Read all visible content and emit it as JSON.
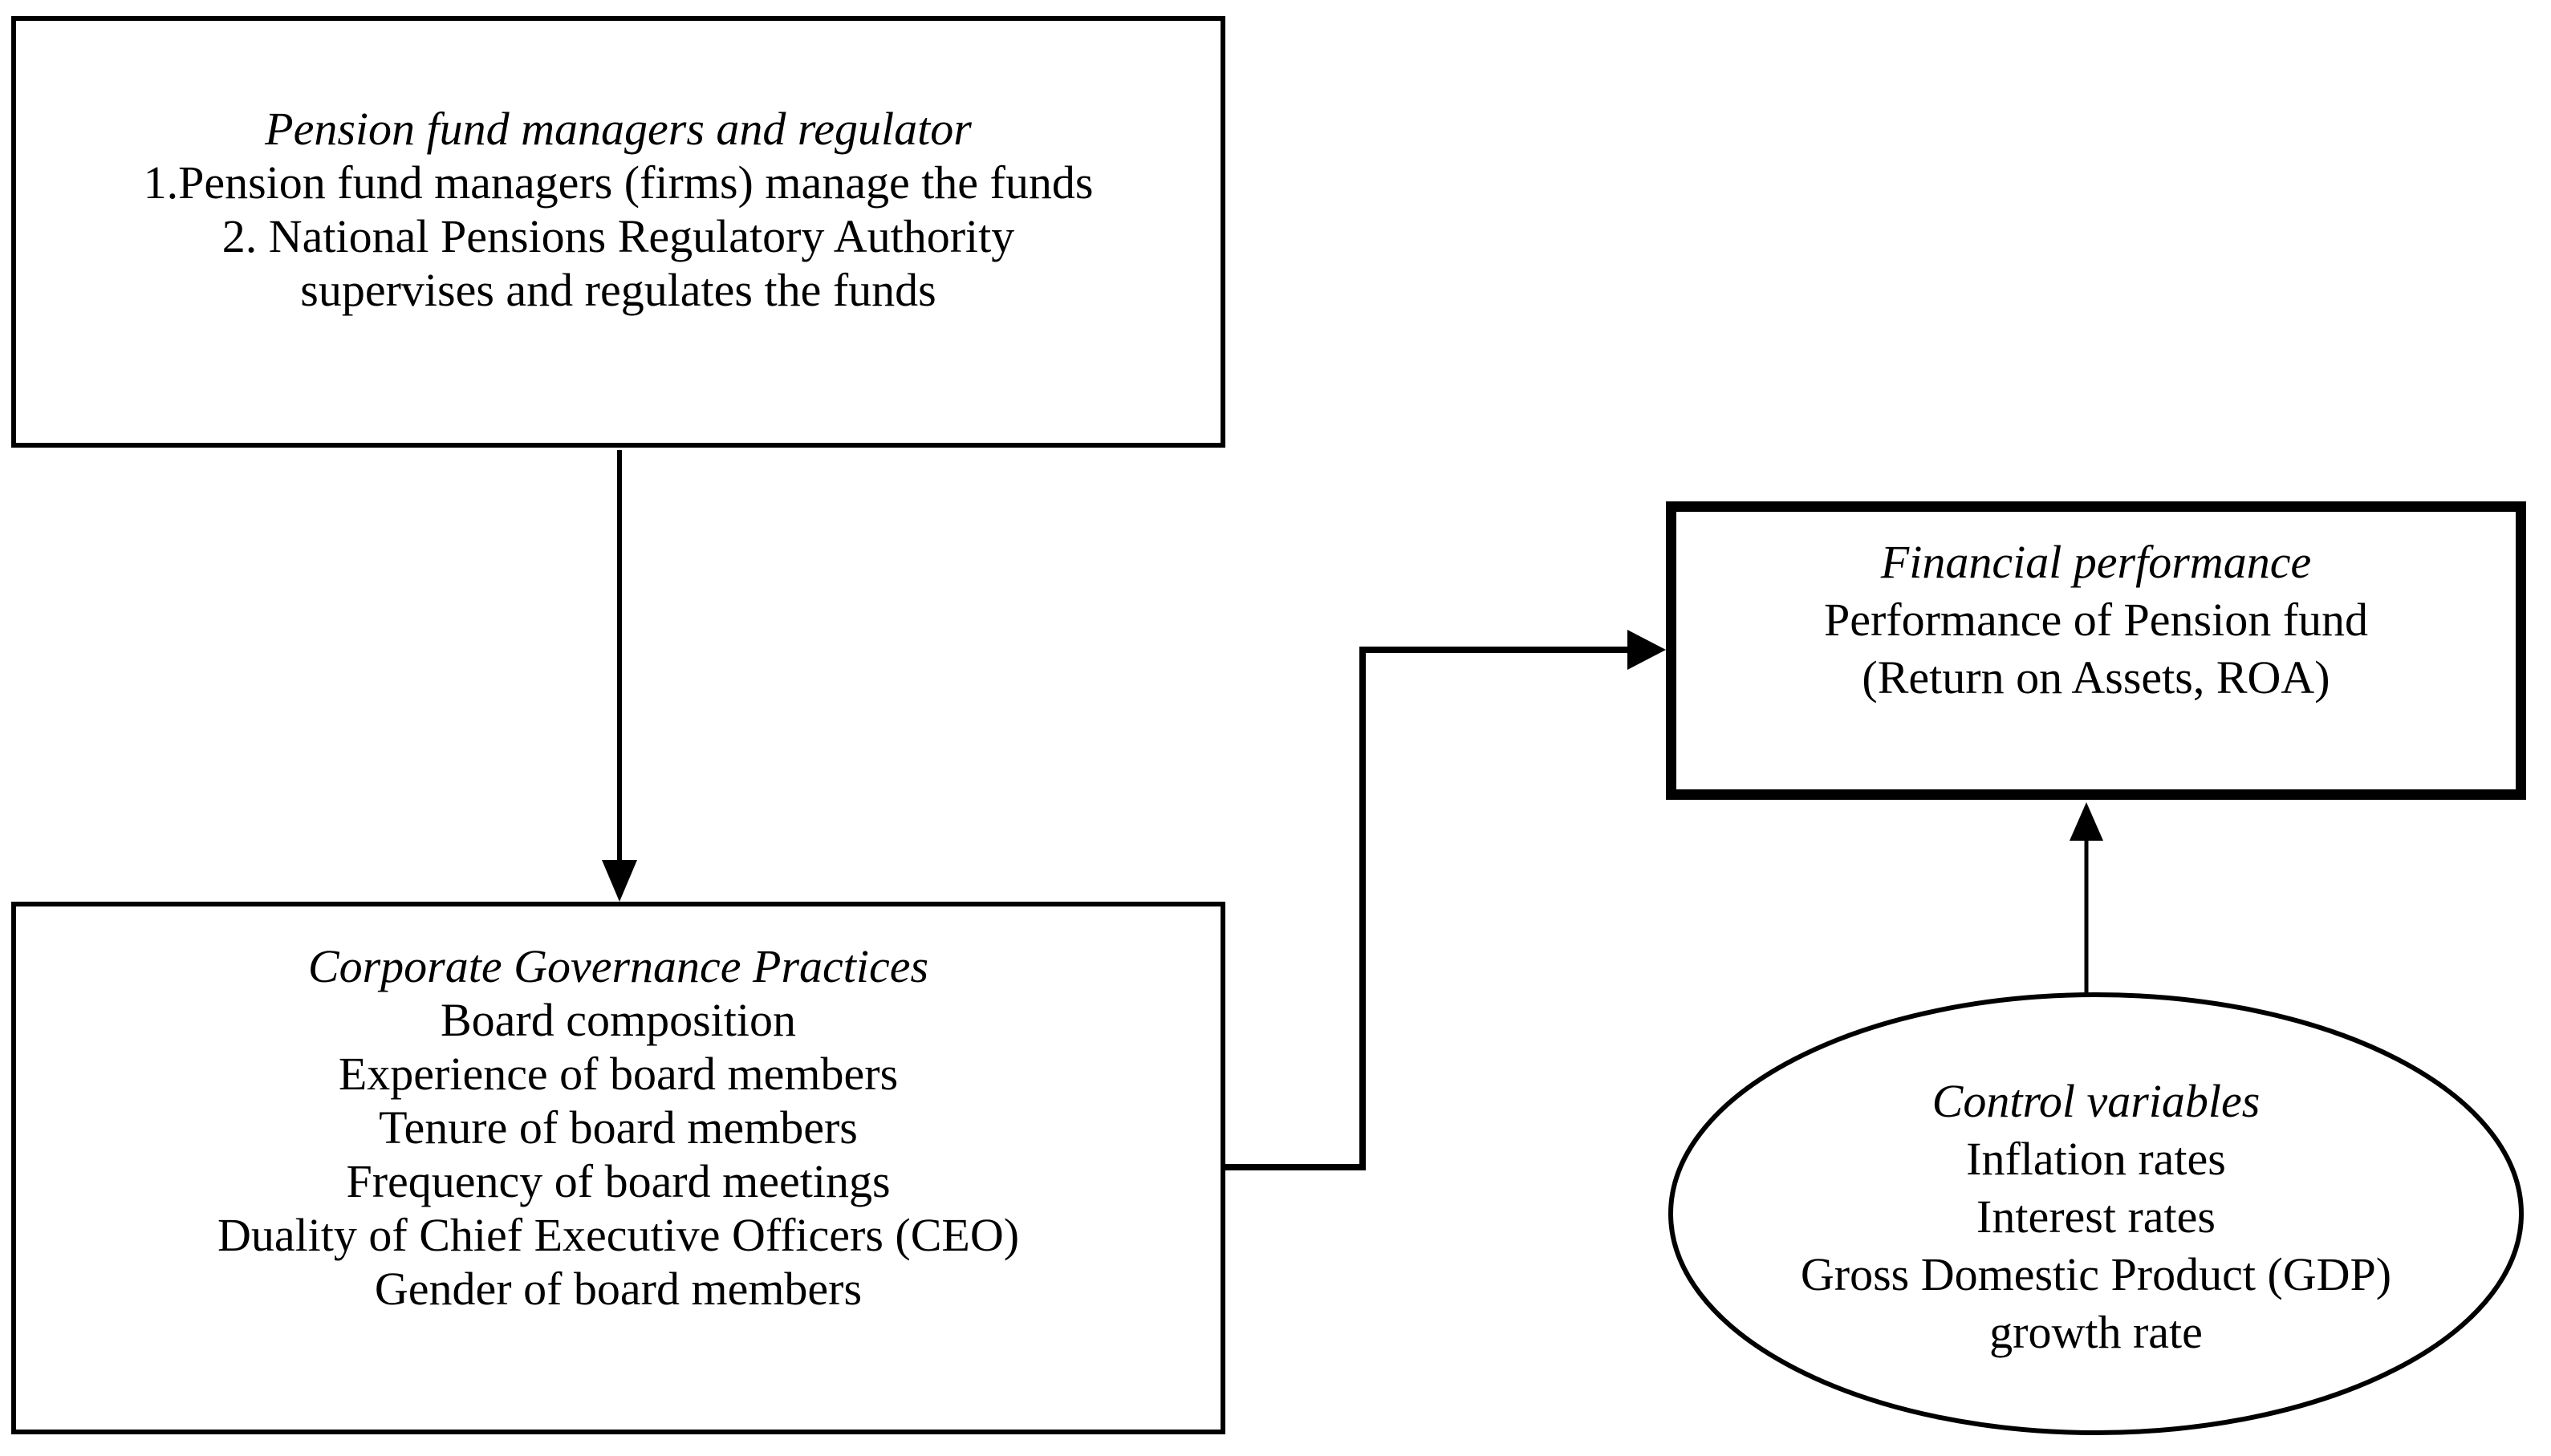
{
  "diagram": {
    "background_color": "#ffffff",
    "stroke_color": "#000000",
    "nodes": {
      "pension_managers": {
        "shape": "rectangle",
        "title": "Pension fund managers and regulator",
        "lines": [
          "1.Pension fund managers (firms) manage the funds",
          "2. National Pensions Regulatory Authority",
          "supervises and regulates the funds"
        ]
      },
      "corporate_governance": {
        "shape": "rectangle",
        "title": "Corporate Governance Practices",
        "lines": [
          "Board composition",
          "Experience of board members",
          "Tenure of board members",
          "Frequency of board meetings",
          "Duality of Chief Executive Officers (CEO)",
          "Gender of board members"
        ]
      },
      "financial_performance": {
        "shape": "rectangle-bold-border",
        "title": "Financial performance",
        "lines": [
          "Performance of Pension fund",
          "(Return on Assets, ROA)"
        ]
      },
      "control_variables": {
        "shape": "ellipse",
        "title": "Control variables",
        "lines": [
          "Inflation rates",
          "Interest rates",
          "Gross Domestic Product (GDP)",
          "growth rate"
        ]
      }
    },
    "connectors": [
      {
        "from": "pension_managers",
        "to": "corporate_governance",
        "style": "straight-arrow-down"
      },
      {
        "from": "corporate_governance",
        "to": "financial_performance",
        "style": "elbow-arrow-right"
      },
      {
        "from": "control_variables",
        "to": "financial_performance",
        "style": "straight-arrow-up"
      }
    ]
  }
}
